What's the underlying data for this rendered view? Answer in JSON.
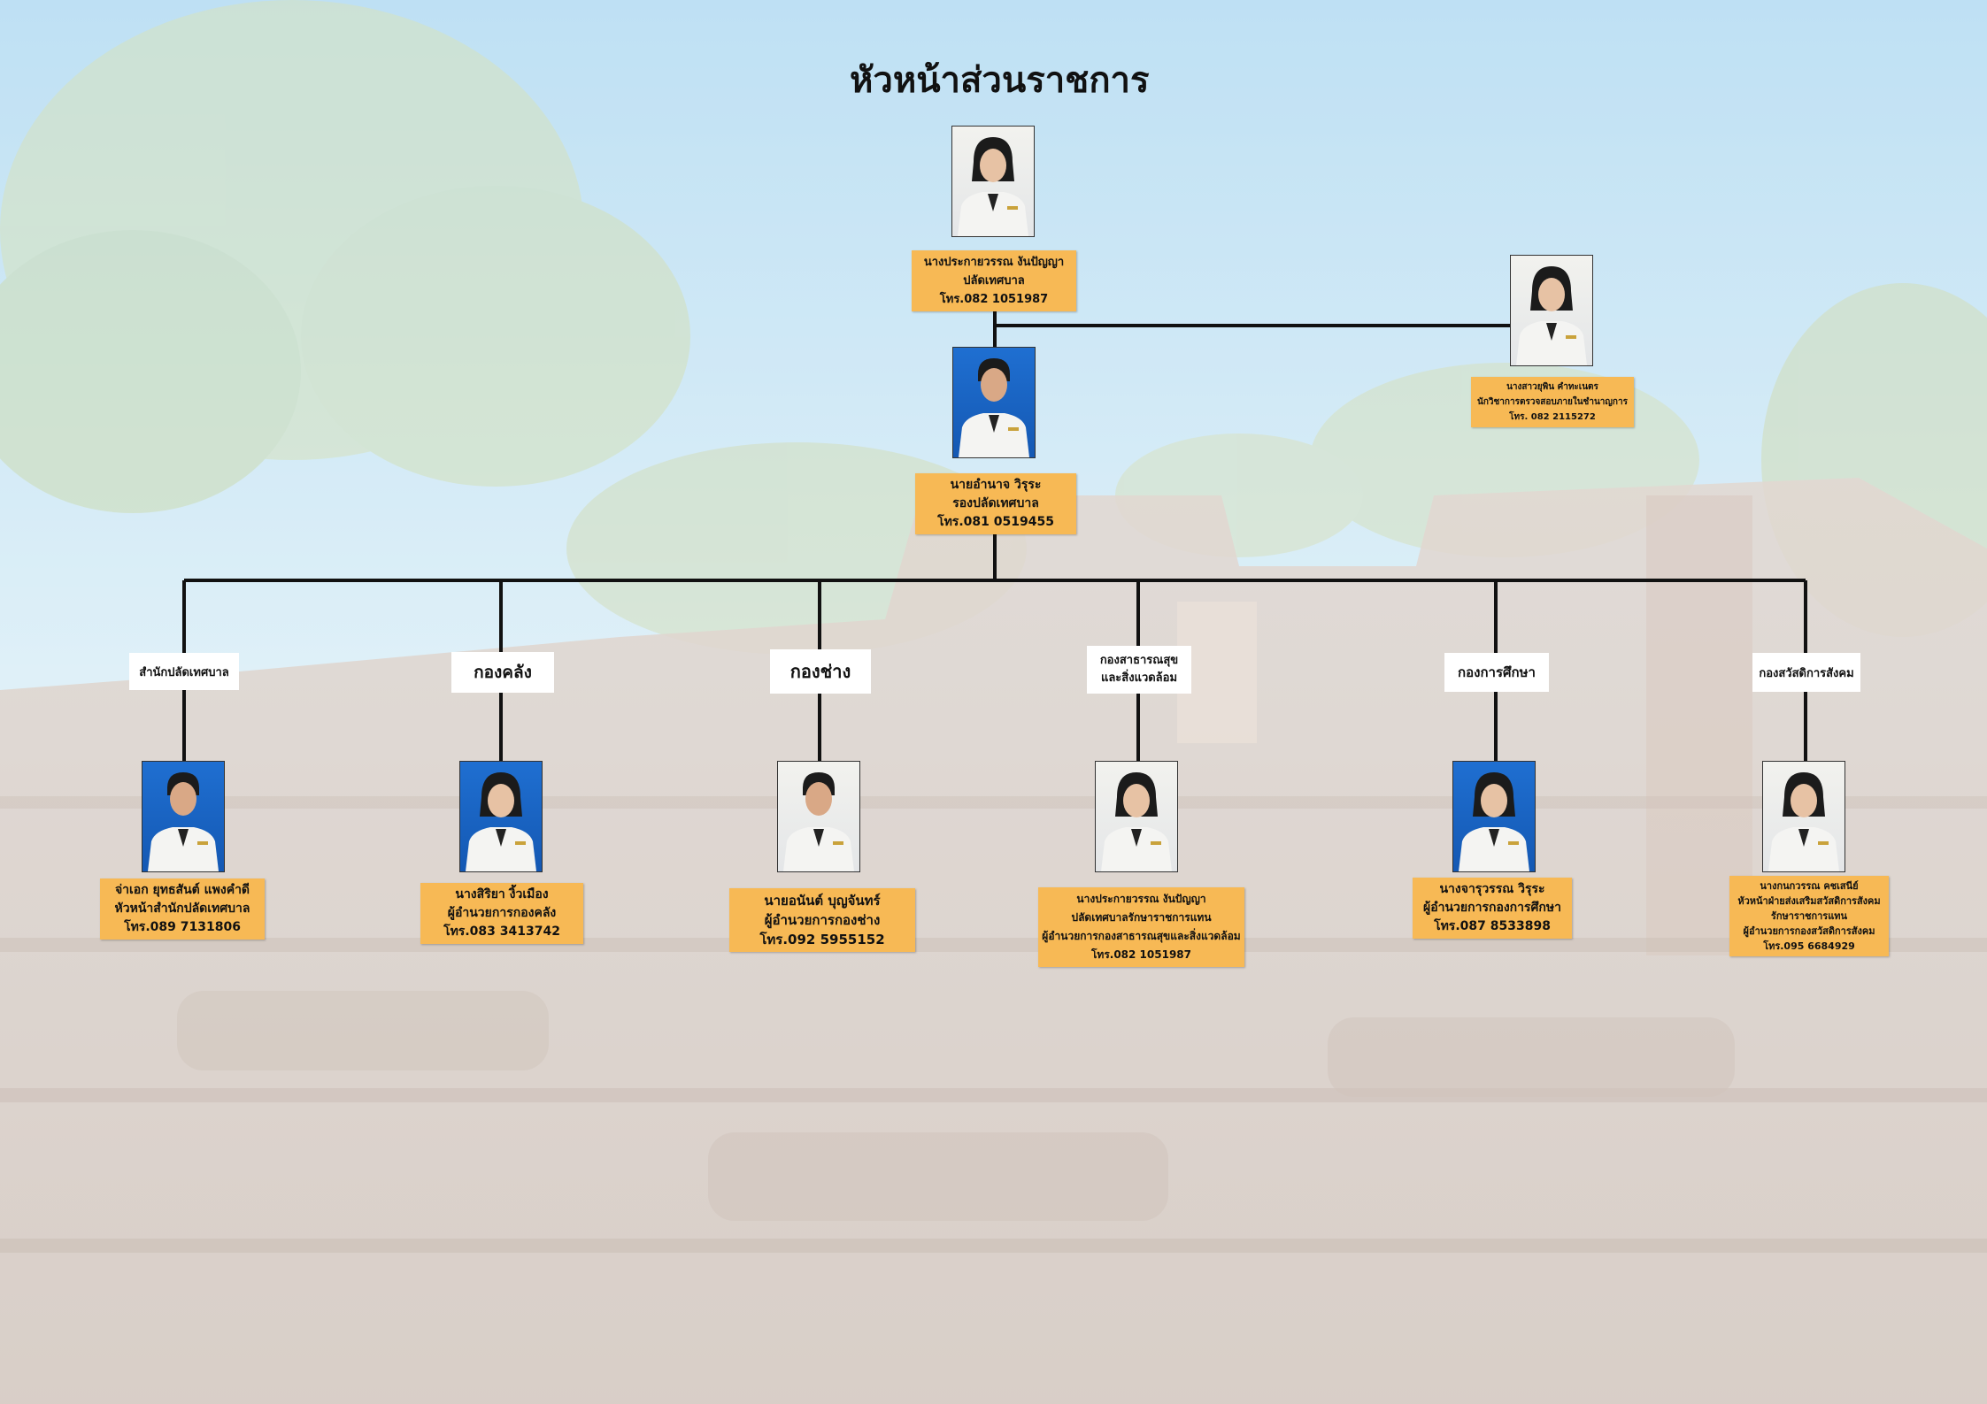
{
  "title": "หัวหน้าส่วนราชการ",
  "top": {
    "name": "นางประกายวรรณ  งันปัญญา",
    "position": "ปลัดเทศบาล",
    "phone": "โทร.082 1051987"
  },
  "auditor": {
    "name": "นางสาวยุพิน คำทะเนตร",
    "position": "นักวิชาการตรวจสอบภายในชำนาญการ",
    "phone": "โทร. 082 2115272"
  },
  "deputy": {
    "name": "นายอำนาจ  วิรุระ",
    "position": "รองปลัดเทศบาล",
    "phone": "โทร.081 0519455"
  },
  "departments": [
    {
      "dept_lines": [
        "สำนักปลัดเทศบาล"
      ],
      "person_lines": [
        "จ่าเอก ยุทธสันต์ แพงคำดี",
        "หัวหน้าสำนักปลัดเทศบาล",
        "โทร.089 7131806"
      ]
    },
    {
      "dept_lines": [
        "กองคลัง"
      ],
      "person_lines": [
        "นางสิริยา งิ้วเมือง",
        "ผู้อำนวยการกองคลัง",
        "โทร.083 3413742"
      ]
    },
    {
      "dept_lines": [
        "กองช่าง"
      ],
      "person_lines": [
        "นายอนันต์  บุญจันทร์",
        "ผู้อำนวยการกองช่าง",
        "โทร.092 5955152"
      ]
    },
    {
      "dept_lines": [
        "กองสาธารณสุข",
        "และสิ่งแวดล้อม"
      ],
      "person_lines": [
        "นางประกายวรรณ  งันปัญญา",
        "ปลัดเทศบาลรักษาราชการแทน",
        "ผู้อำนวยการกองสาธารณสุขและสิ่งแวดล้อม",
        "โทร.082 1051987"
      ]
    },
    {
      "dept_lines": [
        "กองการศึกษา"
      ],
      "person_lines": [
        "นางจารุวรรณ  วิรุระ",
        "ผู้อำนวยการกองการศึกษา",
        "โทร.087 8533898"
      ]
    },
    {
      "dept_lines": [
        "กองสวัสดิการสังคม"
      ],
      "person_lines": [
        "นางกนกวรรณ  คชเสนีย์",
        "หัวหน้าฝ่ายส่งเสริมสวัสดิการสังคม",
        "รักษาราชการแทน",
        "ผู้อำนวยการกองสวัสดิการสังคม",
        "โทร.095 6684929"
      ]
    }
  ],
  "colors": {
    "card": "#f7b955",
    "line": "#111111",
    "sky": "#bfe0f2",
    "stone": "#c9b8ae"
  },
  "icons": [
    "person-portrait-icon"
  ]
}
